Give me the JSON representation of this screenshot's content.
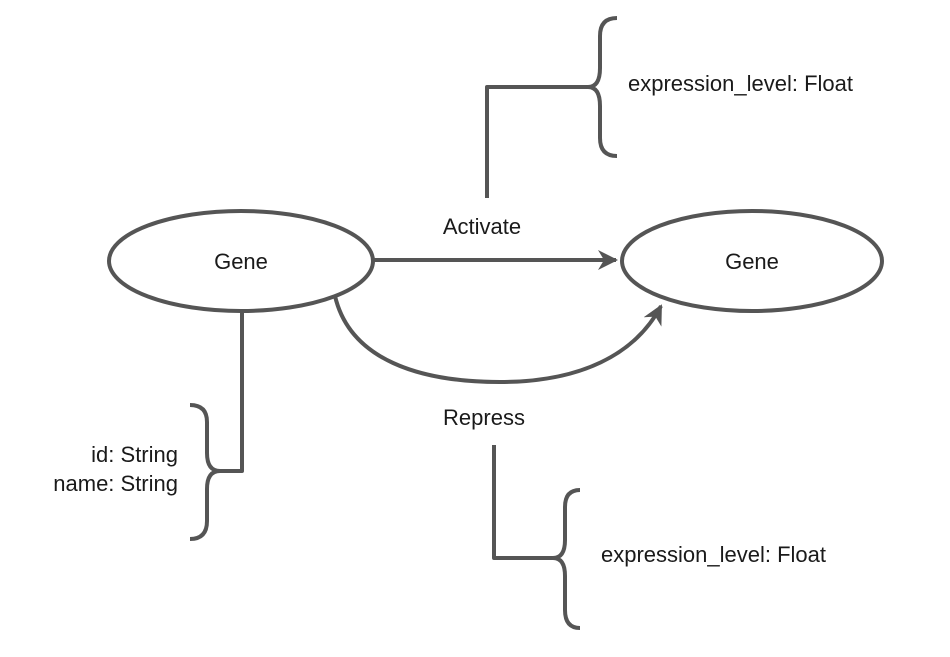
{
  "nodes": {
    "left": {
      "label": "Gene"
    },
    "right": {
      "label": "Gene"
    }
  },
  "edges": {
    "activate": {
      "label": "Activate"
    },
    "repress": {
      "label": "Repress"
    }
  },
  "properties": {
    "gene": {
      "id": "id:  String",
      "name": "name:  String"
    },
    "activate": {
      "expression_level": "expression_level:  Float"
    },
    "repress": {
      "expression_level": "expression_level:  Float"
    }
  },
  "colors": {
    "stroke": "#555555",
    "text": "#1a1a1a",
    "background": "#ffffff"
  }
}
